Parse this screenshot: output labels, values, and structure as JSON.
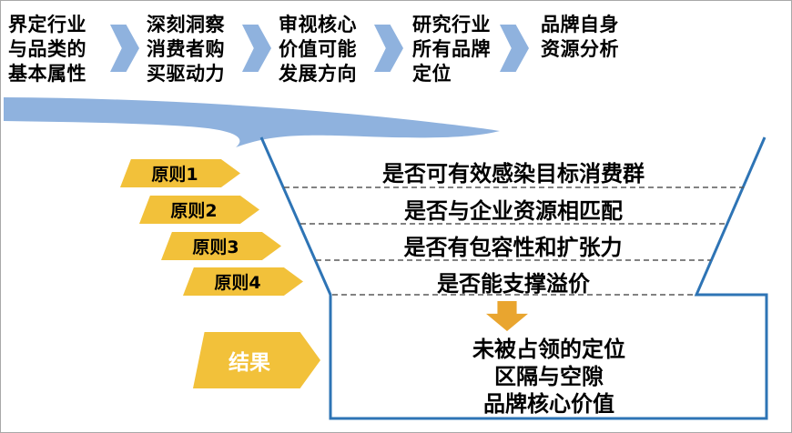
{
  "colors": {
    "light_blue": "#8FB2DE",
    "dark_blue": "#2E74B5",
    "gold": "#F2C13A",
    "arrow_gold": "#E9A52F",
    "dashed_line": "#595959",
    "text": "#000000"
  },
  "process_steps": [
    {
      "label": "界定行业\n与品类的\n基本属性"
    },
    {
      "label": "深刻洞察\n消费者购\n买驱动力"
    },
    {
      "label": "审视核心\n价值可能\n发展方向"
    },
    {
      "label": "研究行业\n所有品牌\n定位"
    },
    {
      "label": "品牌自身\n资源分析"
    }
  ],
  "funnel": {
    "principles": [
      {
        "tag": "原则1",
        "question": "是否可有效感染目标消费群"
      },
      {
        "tag": "原则2",
        "question": "是否与企业资源相匹配"
      },
      {
        "tag": "原则3",
        "question": "是否有包容性和扩张力"
      },
      {
        "tag": "原则4",
        "question": "是否能支撑溢价"
      }
    ],
    "result": {
      "tag": "结果",
      "lines": [
        "未被占领的定位",
        "区隔与空隙",
        "品牌核心价值"
      ]
    }
  },
  "icons": {
    "chevron": "chevron-right-icon",
    "swoosh": "curved-swoosh-arrow-icon",
    "down_arrow": "down-arrow-icon"
  }
}
